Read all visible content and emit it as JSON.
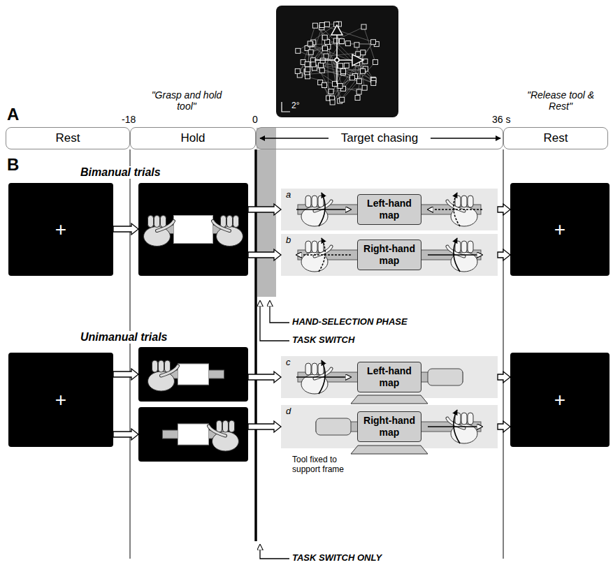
{
  "diagram": {
    "nodes": [
      {
        "text": [
          "Rest"
        ]
      },
      {
        "text": [
          "Hold"
        ]
      },
      {
        "text": [
          "Target chasing"
        ]
      },
      {
        "text": [
          "Rest"
        ]
      },
      {
        "text": [
          "+"
        ]
      },
      {
        "text": [
          "Left-hand map"
        ]
      },
      {
        "text": [
          "Right-hand map"
        ]
      },
      {
        "text": [
          "+"
        ]
      },
      {
        "text": [
          "+"
        ]
      },
      {
        "text": [
          "Left-hand map"
        ]
      },
      {
        "text": [
          "Right-hand map"
        ]
      },
      {
        "text": [
          "+"
        ]
      }
    ],
    "edges": [
      {
        "from": 5,
        "to": 7,
        "arrow": "to"
      },
      {
        "from": 6,
        "to": 7,
        "arrow": "to"
      },
      {
        "from": 9,
        "to": 11,
        "arrow": "to"
      },
      {
        "from": 10,
        "to": 11,
        "arrow": "to"
      }
    ],
    "labels": [
      "A",
      "-18",
      "0",
      "36 s",
      "\"Grasp and hold tool\"",
      "\"Release tool & Rest\"",
      "2°",
      "B",
      "Bimanual trials",
      "a",
      "b",
      "HAND-SELECTION PHASE",
      "TASK SWITCH",
      "Unimanual trials",
      "c",
      "d",
      "Tool fixed to support frame",
      "TASK SWITCH ONLY"
    ]
  }
}
